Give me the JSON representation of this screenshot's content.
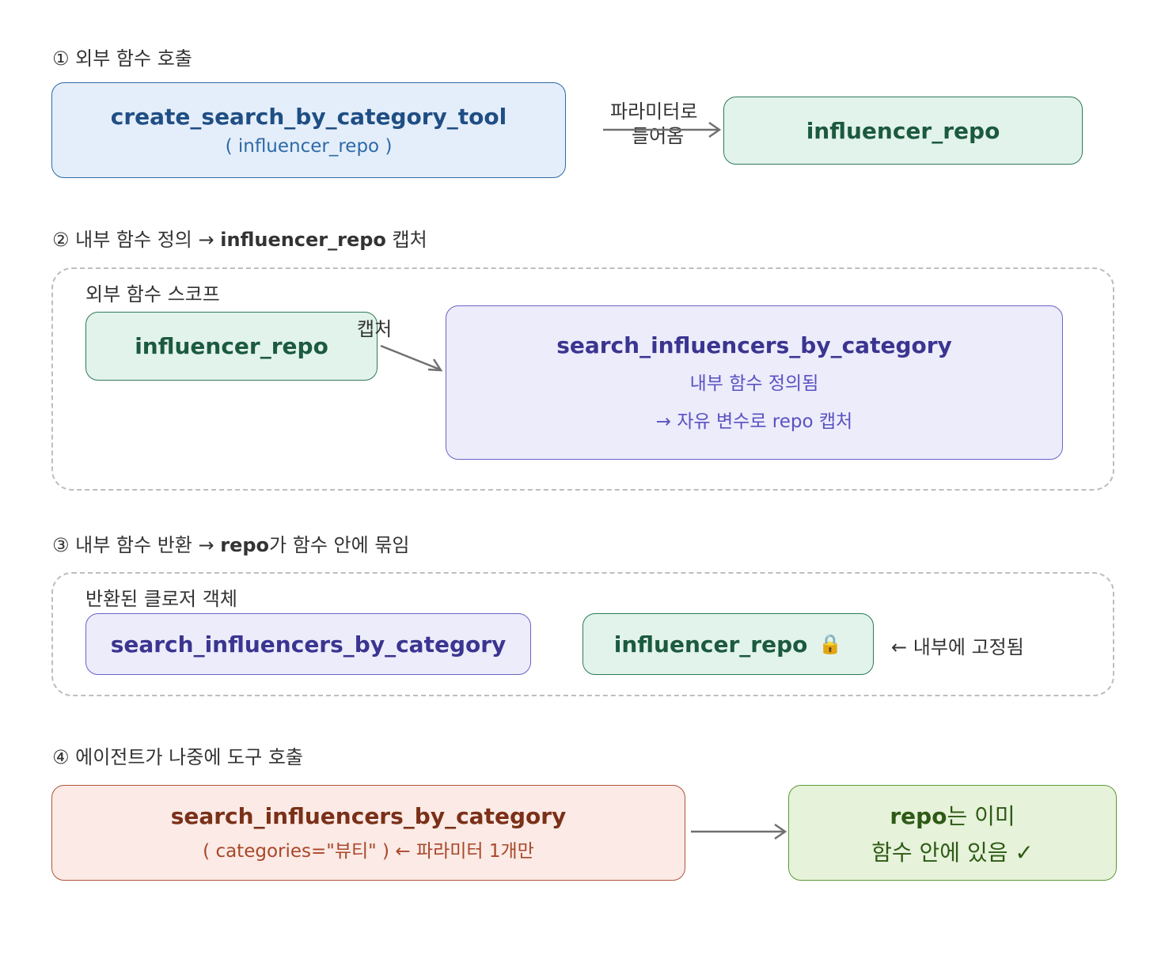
{
  "step1": {
    "title": "① 외부 함수 호출",
    "outer_func": "create_search_by_category_tool",
    "outer_param": "( influencer_repo )",
    "arrow_label_line1": "파라미터로",
    "arrow_label_line2": "들어옴",
    "repo": "influencer_repo"
  },
  "step2": {
    "title_prefix": "② 내부 함수 정의 → ",
    "title_bold": "influencer_repo",
    "title_suffix": " 캡처",
    "scope_label": "외부 함수 스코프",
    "repo": "influencer_repo",
    "capture_label": "캡처",
    "inner_func": "search_influencers_by_category",
    "inner_line1": "내부 함수 정의됨",
    "inner_line2": "→ 자유 변수로 repo 캡처"
  },
  "step3": {
    "title_prefix": "③ 내부 함수 반환 → ",
    "title_bold": "repo",
    "title_suffix": "가 함수 안에 묶임",
    "closure_label": "반환된 클로저 객체",
    "func": "search_influencers_by_category",
    "repo": "influencer_repo",
    "lock_icon": "🔒",
    "fixed_label": "← 내부에 고정됨"
  },
  "step4": {
    "title": "④ 에이전트가 나중에 도구 호출",
    "func": "search_influencers_by_category",
    "param": "( categories=\"뷰티\" ) ← 파라미터 1개만",
    "result_bold": "repo",
    "result_line1_suffix": "는 이미",
    "result_line2": "함수 안에 있음 ✓"
  },
  "colors": {
    "blue_text": "#1f4e84",
    "blue_sub": "#2d6aa6",
    "green_text": "#1c5a3f",
    "purple_text": "#3a3590",
    "purple_sub": "#5a52c2",
    "orange_text": "#7a3018",
    "orange_sub": "#a8472a",
    "lime_text": "#2e5a16",
    "arrow": "#707070"
  }
}
